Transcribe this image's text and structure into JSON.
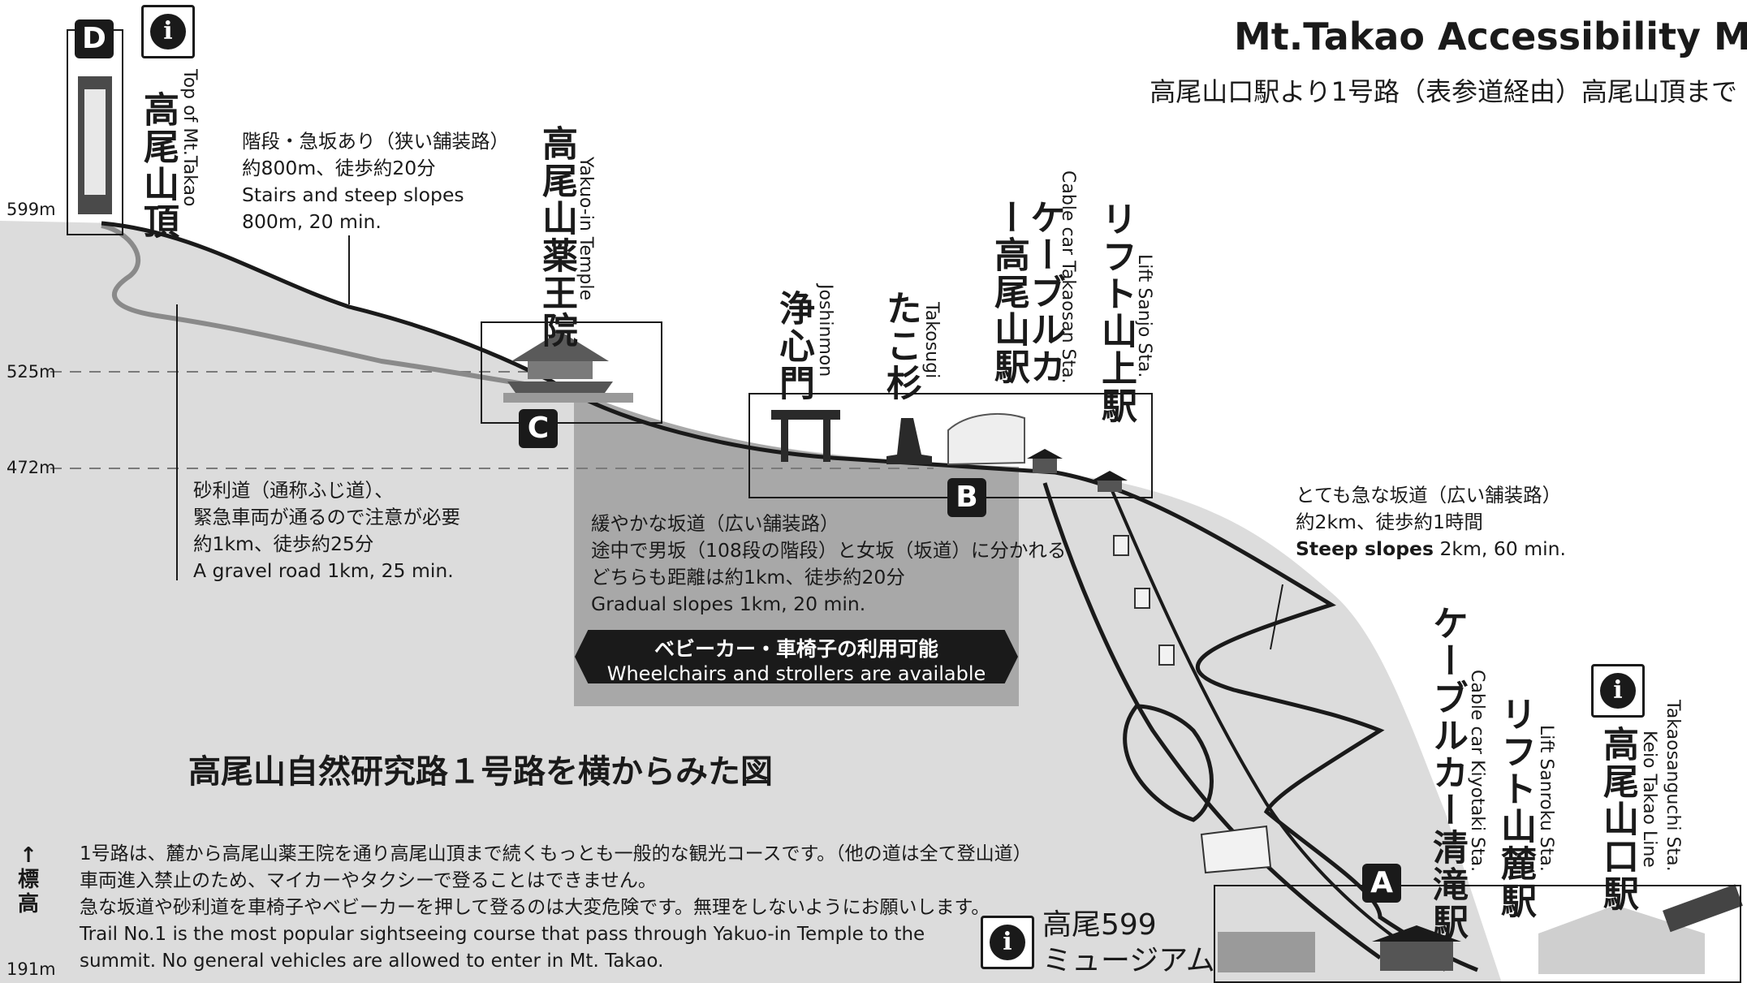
{
  "header": {
    "title": "Mt.Takao Accessibility Map",
    "subtitle": "高尾山口駅より1号路（表参道経由）高尾山頂まで"
  },
  "elevations": [
    "599m",
    "525m",
    "472m",
    "191m"
  ],
  "axis_label": {
    "arrow": "↑",
    "line1": "標",
    "line2": "高"
  },
  "markers": {
    "a": "A",
    "b": "B",
    "c": "C",
    "d": "D"
  },
  "info_icon": "i",
  "places": {
    "summit": {
      "jp": "高尾山頂",
      "en": "Top of Mt.Takao"
    },
    "temple": {
      "jp": "高尾山薬王院",
      "en": "Yakuo-in Temple"
    },
    "joshinmon": {
      "jp": "浄心門",
      "en": "Joshinmon"
    },
    "takosugi": {
      "jp": "たこ杉",
      "en": "Takosugi"
    },
    "cable_top": {
      "jp": "ケーブルカー高尾山駅",
      "en": "Cable car Takaosan Sta."
    },
    "lift_top": {
      "jp": "リフト山上駅",
      "en": "Lift Sanjo Sta."
    },
    "cable_bottom": {
      "jp": "ケーブルカー清滝駅",
      "en": "Cable car Kiyotaki Sta."
    },
    "lift_bottom": {
      "jp": "リフト山麓駅",
      "en": "Lift Sanroku Sta."
    },
    "takaosanguchi": {
      "jp": "高尾山口駅",
      "en1": "Keio Takao Line",
      "en2": "Takaosanguchi Sta."
    }
  },
  "notes": {
    "stairs": [
      "階段・急坂あり（狭い舗装路）",
      "約800m、徒歩約20分",
      "Stairs and steep slopes",
      "800m, 20 min."
    ],
    "gravel": [
      "砂利道（通称ふじ道）、",
      "緊急車両が通るので注意が必要",
      "約1km、徒歩約25分",
      "A gravel road 1km, 25 min."
    ],
    "gradual": [
      "緩やかな坂道（広い舗装路）",
      "途中で男坂（108段の階段）と女坂（坂道）に分かれる",
      "どちらも距離は約1km、徒歩約20分",
      "Gradual slopes 1km, 20 min."
    ],
    "steep": {
      "line1": "とても急な坂道（広い舗装路）",
      "line2": "約2km、徒歩約1時間",
      "bold": "Steep slopes",
      "rest": " 2km, 60 min."
    }
  },
  "banner": {
    "jp": "ベビーカー・車椅子の利用可能",
    "en": "Wheelchairs and strollers are available"
  },
  "section_title": "高尾山自然研究路１号路を横からみた図",
  "description": [
    "1号路は、麓から高尾山薬王院を通り高尾山頂まで続くもっとも一般的な観光コースです。（他の道は全て登山道）",
    "車両進入禁止のため、マイカーやタクシーで登ることはできません。",
    "急な坂道や砂利道を車椅子やベビーカーを押して登るのは大変危険です。無理をしないようにお願いします。",
    "Trail No.1 is the most popular sightseeing course that pass through Yakuo-in Temple to the",
    "summit. No general vehicles are allowed to enter in Mt. Takao."
  ],
  "museum": {
    "line1": "高尾599",
    "line2": "ミュージアム"
  },
  "colors": {
    "ground": "#dcdcdc",
    "accessible": "#a8a8a8",
    "ink": "#1a1a1a",
    "trail": "#888888"
  }
}
